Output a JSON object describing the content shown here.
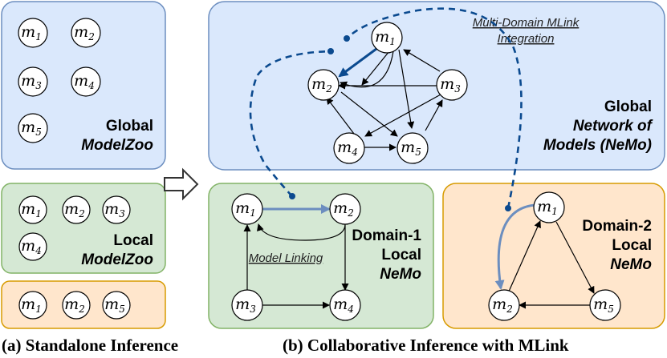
{
  "colors": {
    "blue_fill": "#dae8fc",
    "blue_stroke": "#6c8ebf",
    "green_fill": "#d5e8d4",
    "green_stroke": "#82b366",
    "orange_fill": "#ffe6cc",
    "orange_stroke": "#d79b00",
    "link_blue": "#0b4a8f",
    "link_light": "#6c8ebf"
  },
  "standalone": {
    "global_zoo": {
      "line1": "Global",
      "line2": "ModelZoo",
      "models": [
        "m1",
        "m2",
        "m3",
        "m4",
        "m5"
      ]
    },
    "local_zoo": {
      "line1": "Local",
      "line2": "ModelZoo",
      "models": [
        "m1",
        "m2",
        "m3",
        "m4"
      ]
    },
    "orange_zoo": {
      "models": [
        "m1",
        "m2",
        "m5"
      ]
    }
  },
  "global_nemo": {
    "line1": "Global",
    "line2": "Network of",
    "line3": "Models (NeMo)",
    "integration_label_1": "Multi-Domain MLink",
    "integration_label_2": "Integration",
    "nodes": [
      "m1",
      "m2",
      "m3",
      "m4",
      "m5"
    ]
  },
  "domain1": {
    "line1": "Domain-1",
    "line2": "Local",
    "line3": "NeMo",
    "model_linking": "Model Linking",
    "nodes": [
      "m1",
      "m2",
      "m3",
      "m4"
    ]
  },
  "domain2": {
    "line1": "Domain-2",
    "line2": "Local",
    "line3": "NeMo",
    "nodes": [
      "m1",
      "m2",
      "m5"
    ]
  },
  "captions": {
    "a": "(a) Standalone Inference",
    "b": "(b) Collaborative Inference with MLink"
  }
}
